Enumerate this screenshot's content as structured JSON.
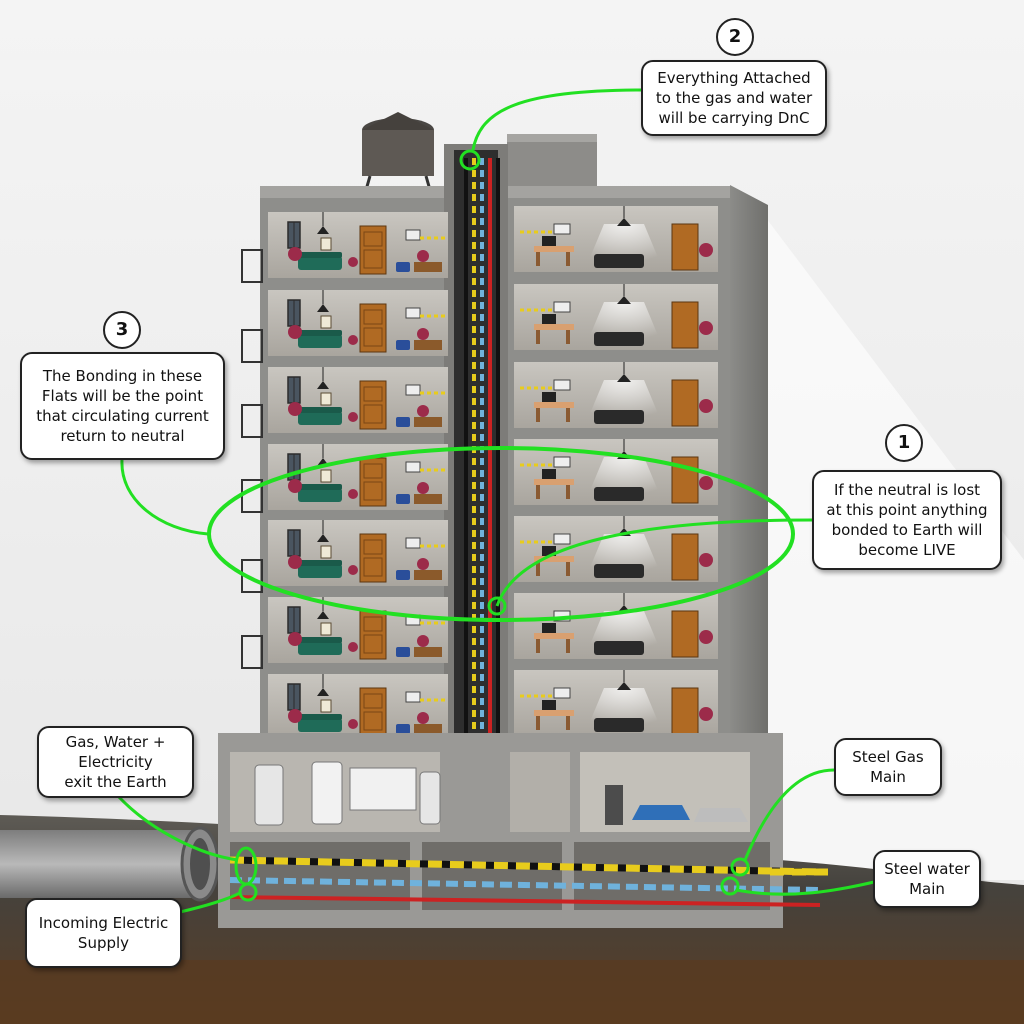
{
  "callouts": {
    "c1": {
      "number": "1",
      "text": "If the neutral is lost\nat this point anything\nbonded to Earth will\nbecome LIVE"
    },
    "c2": {
      "number": "2",
      "text": "Everything Attached\nto the gas and water\nwill be carrying DnC"
    },
    "c3": {
      "number": "3",
      "text": "The Bonding in these\nFlats will be the point\nthat circulating current\nreturn to neutral"
    },
    "gas_water_exit": {
      "text": "Gas, Water +\nElectricity\nexit the Earth"
    },
    "incoming_supply": {
      "text": "Incoming Electric\nSupply"
    },
    "steel_gas": {
      "text": "Steel Gas\nMain"
    },
    "steel_water": {
      "text": "Steel water\nMain"
    }
  },
  "colors": {
    "highlight": "#22e022",
    "live_cable": "#cc2222",
    "neutral_cable": "#111111",
    "gas_pipe": "#f2d22a",
    "water_pipe": "#6fb2dc",
    "concrete": "#9b9b98"
  }
}
